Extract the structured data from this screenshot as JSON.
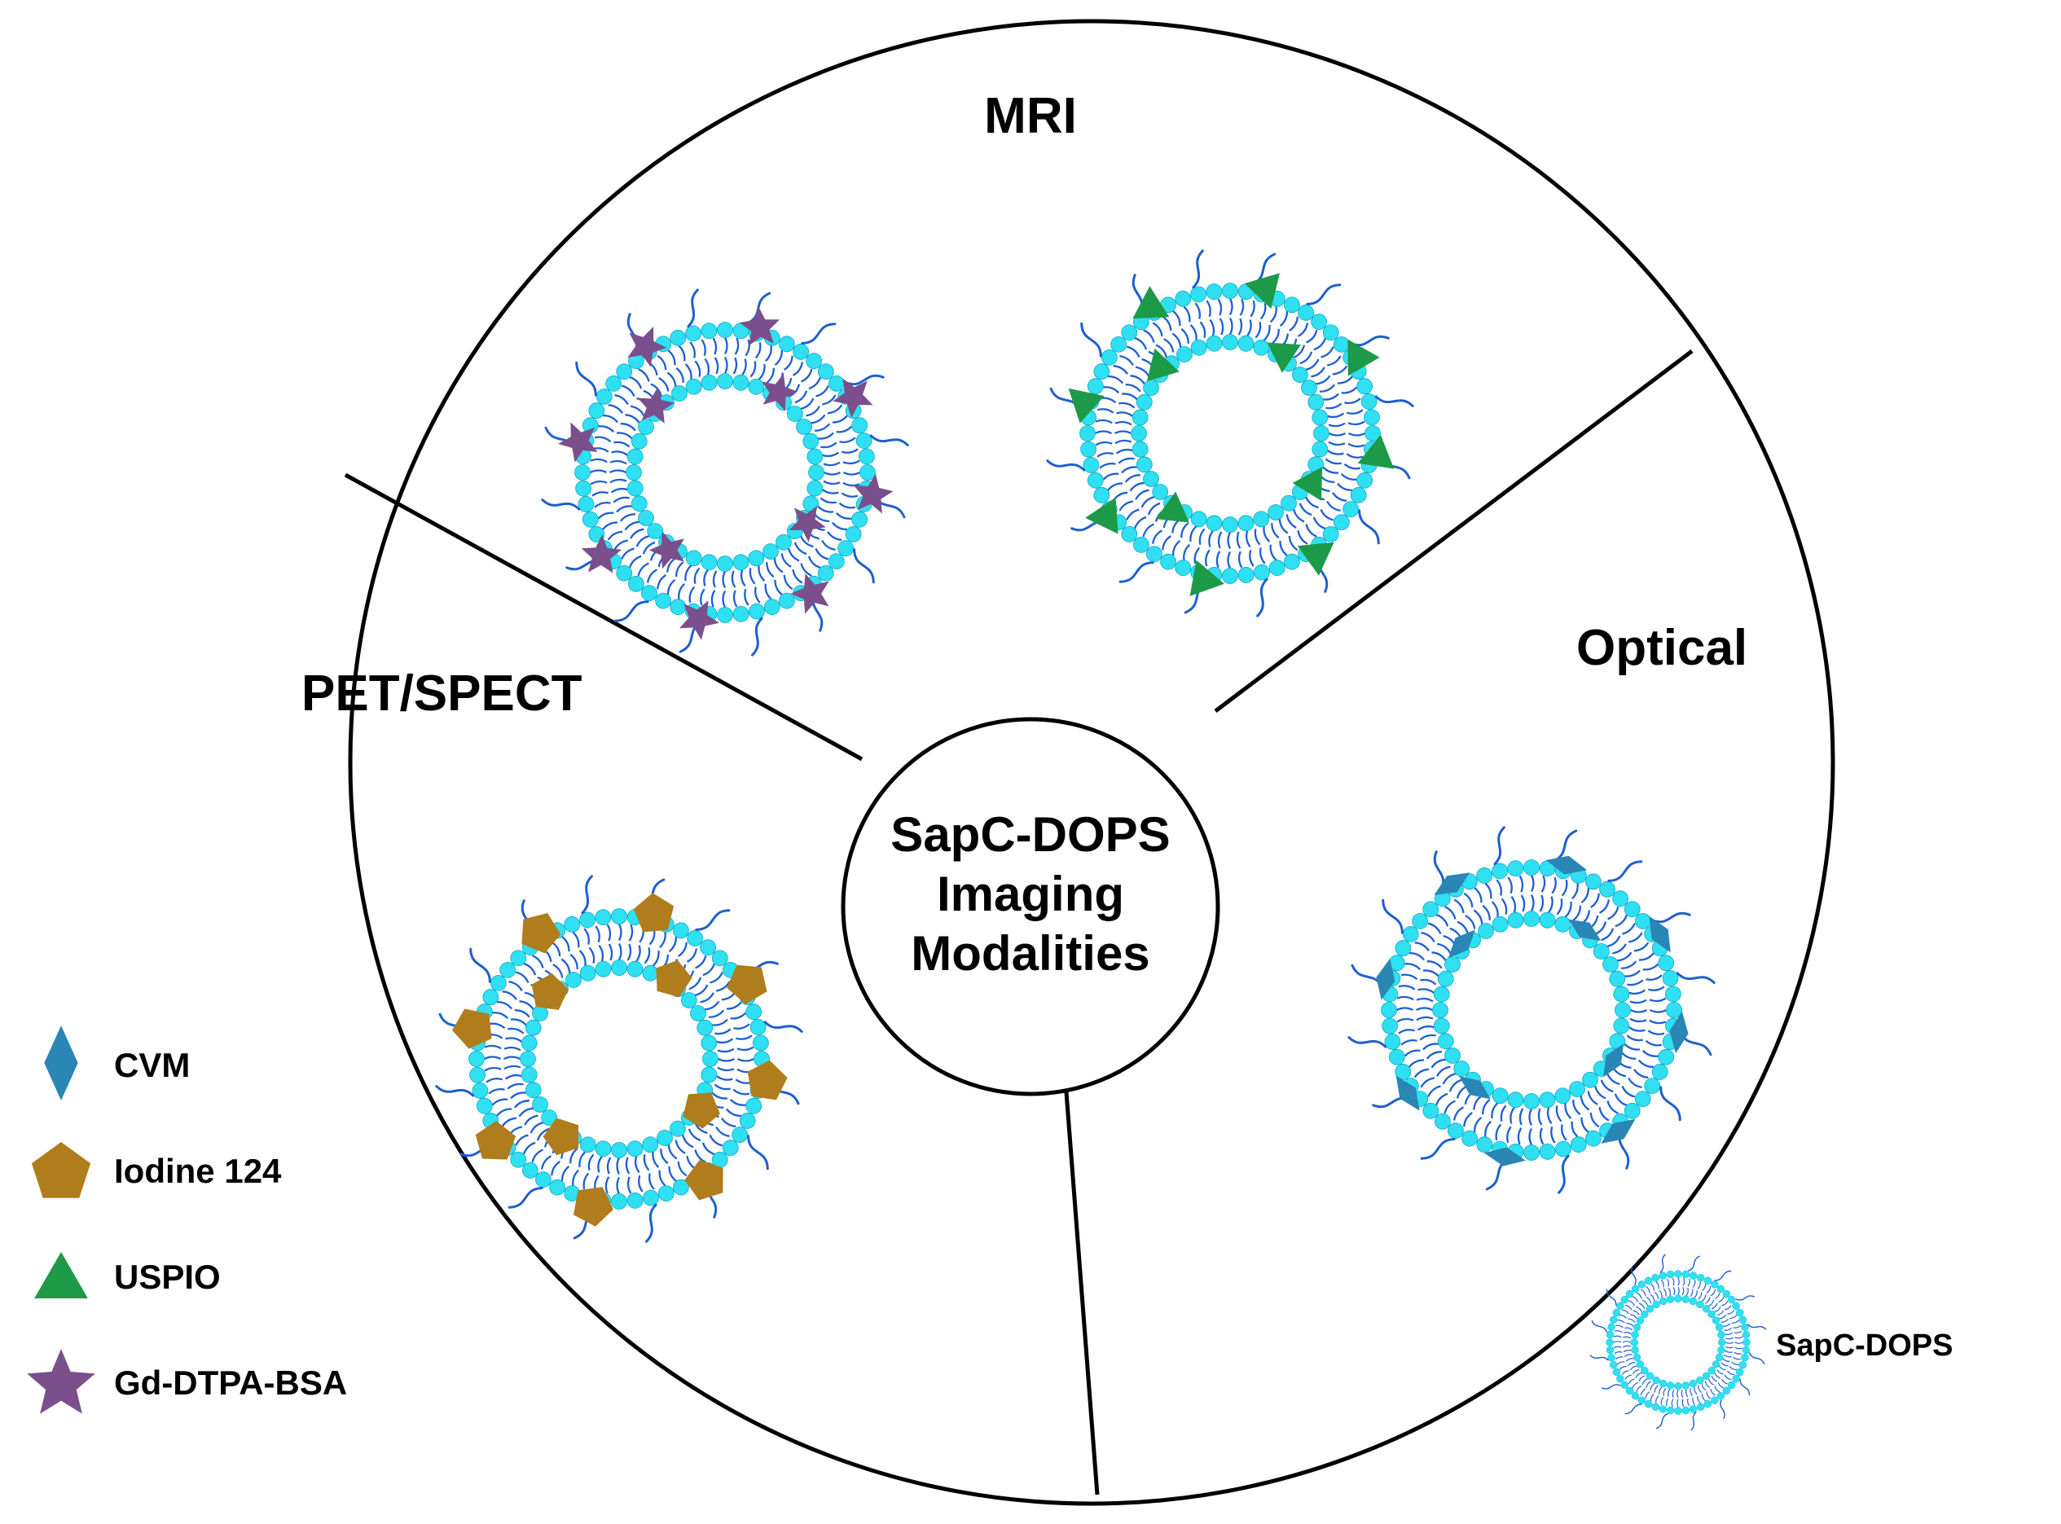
{
  "center": {
    "line1": "SapC-DOPS",
    "line2": "Imaging",
    "line3": "Modalities"
  },
  "sectors": {
    "mri": "MRI",
    "pet": "PET/SPECT",
    "optical": "Optical"
  },
  "legend": {
    "items": [
      {
        "label": "CVM",
        "icon": "diamond-icon",
        "color": "#2a86b4"
      },
      {
        "label": "Iodine 124",
        "icon": "pentagon-icon",
        "color": "#b07d1c"
      },
      {
        "label": "USPIO",
        "icon": "triangle-icon",
        "color": "#1c9a47"
      },
      {
        "label": "Gd-DTPA-BSA",
        "icon": "star-icon",
        "color": "#7a4f8c"
      }
    ],
    "sapc_label": "SapC-DOPS"
  },
  "colors": {
    "lipid_head": "#2fe0f2",
    "lipid_tail": "#1e5fd0",
    "tether": "#1e5fd0",
    "outline": "#000000"
  }
}
